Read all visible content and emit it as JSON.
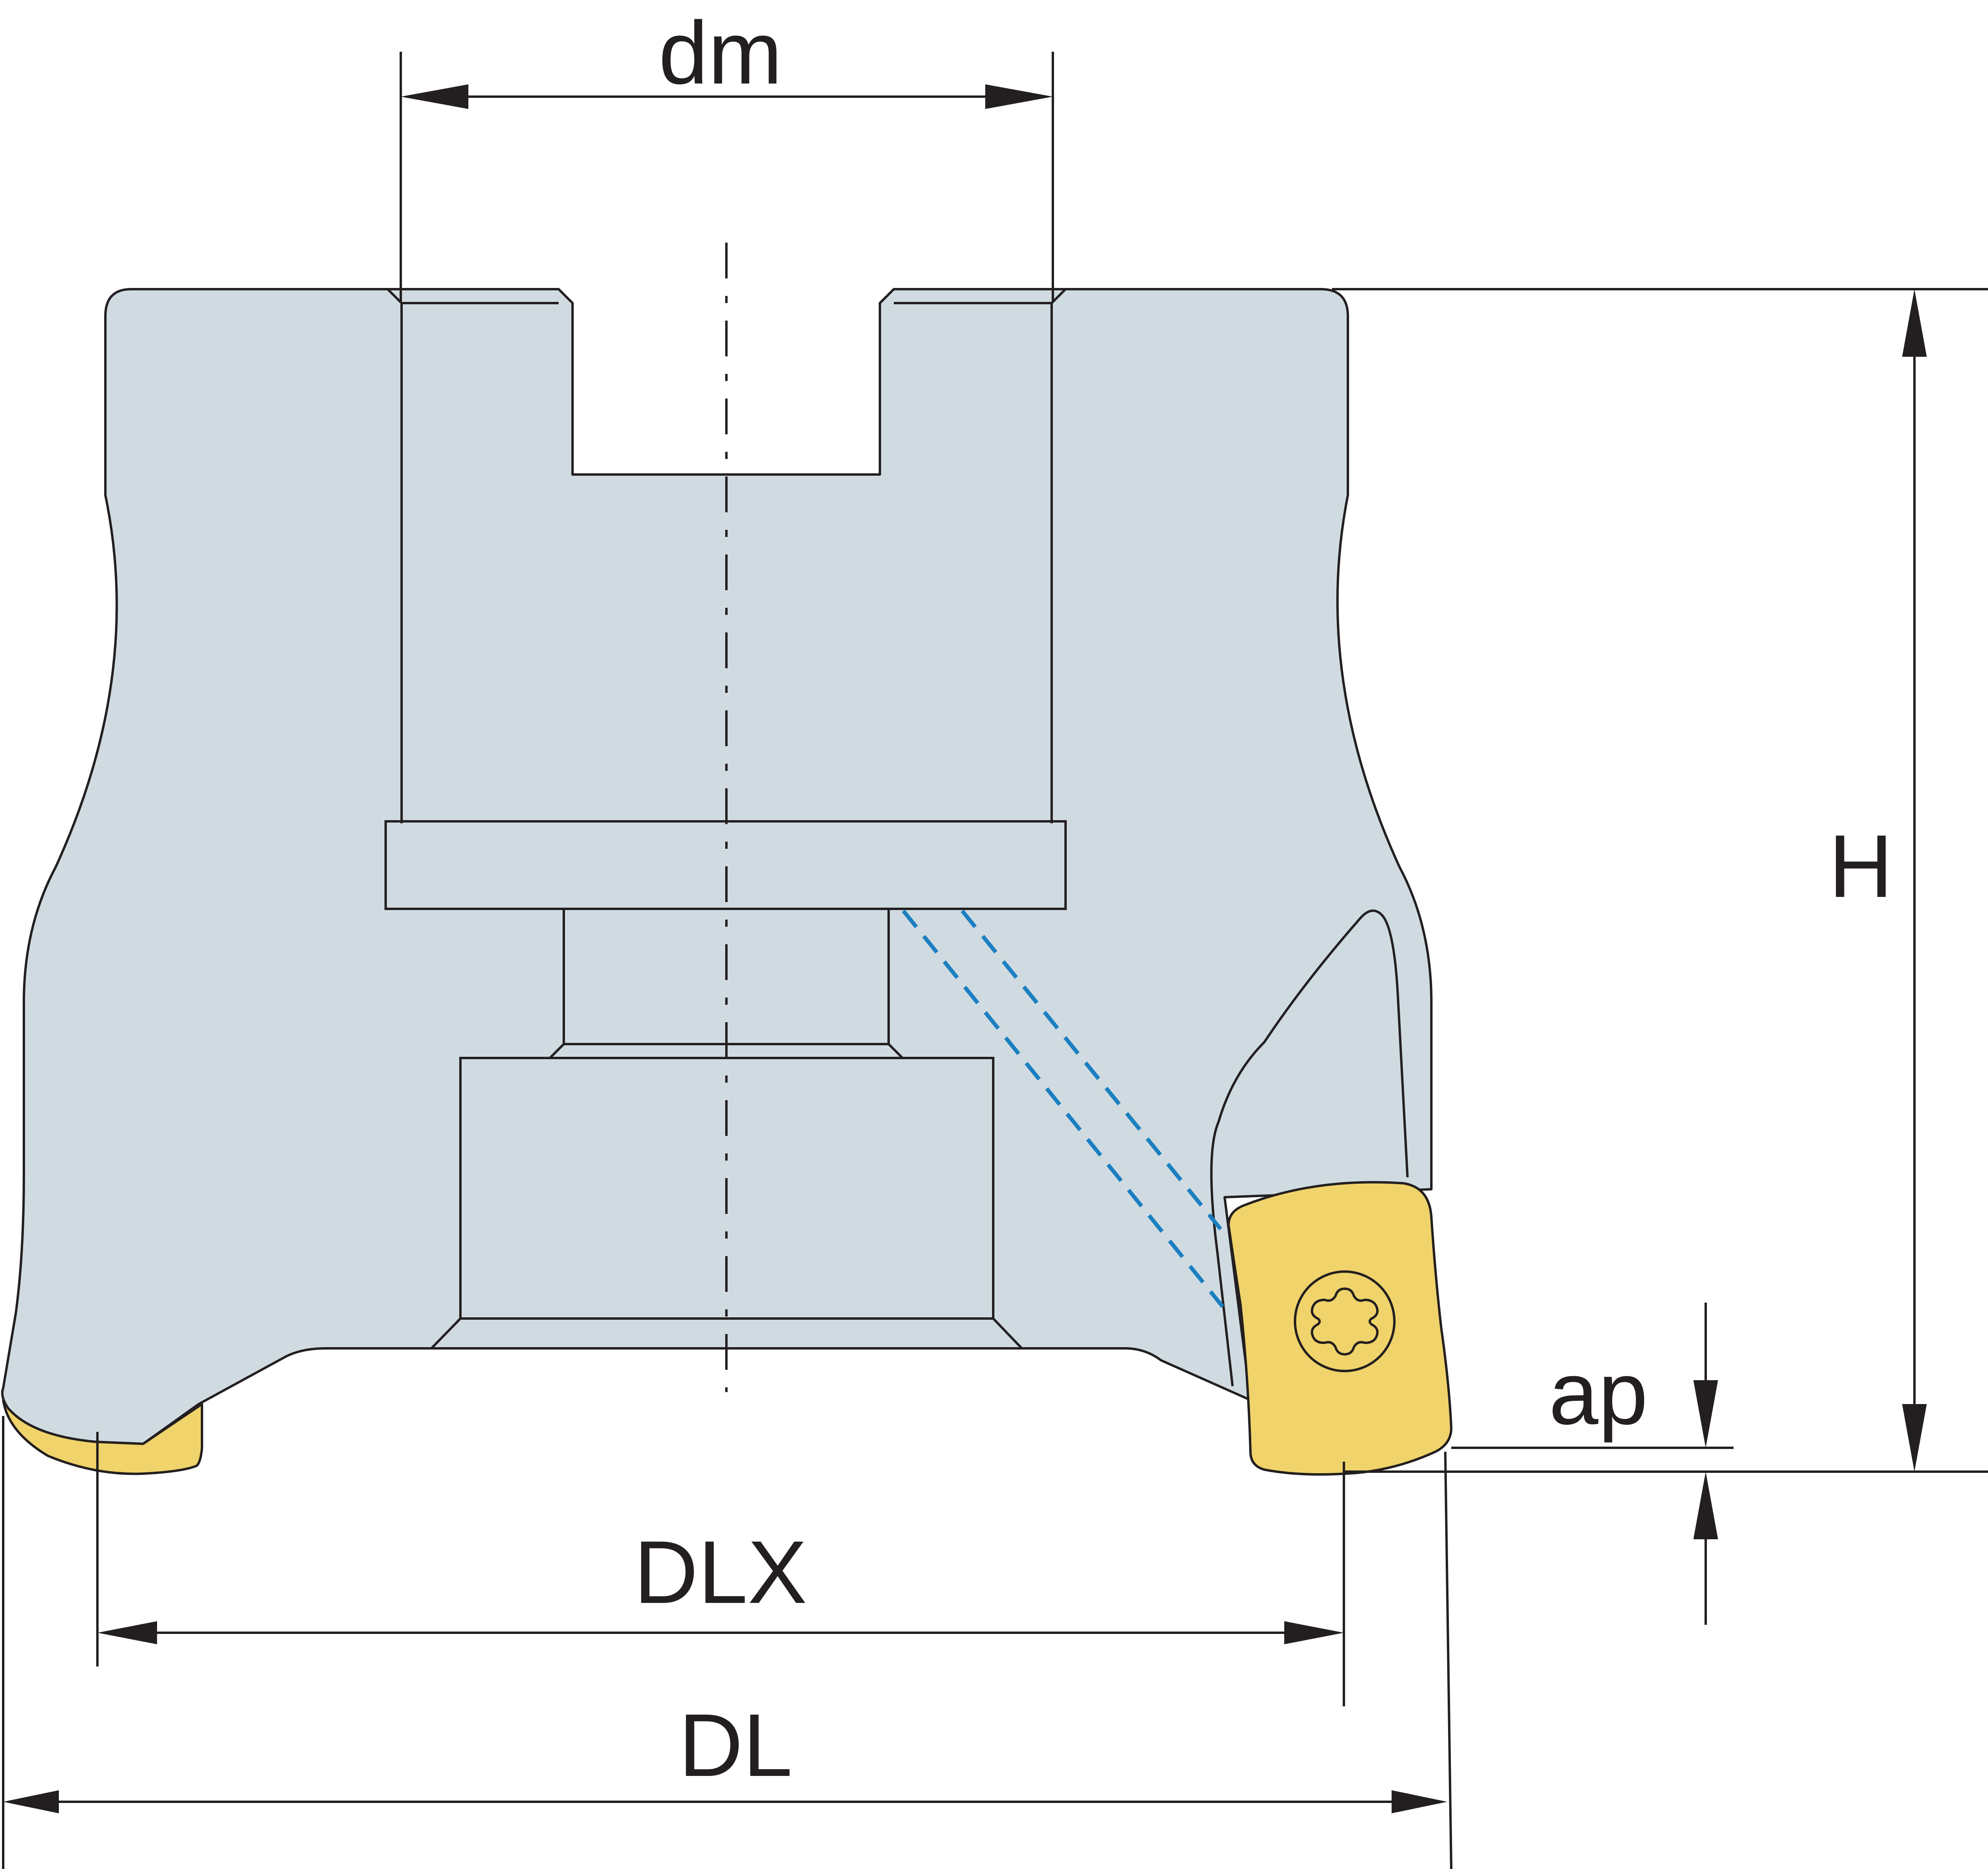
{
  "diagram": {
    "labels": {
      "dm": "dm",
      "H": "H",
      "ap": "ap",
      "DLX": "DLX",
      "DL": "DL"
    },
    "colors": {
      "body": "#cfdbe1",
      "insert": "#f0d36a",
      "coolant": "#1b7fc1",
      "line": "#231f20"
    }
  }
}
